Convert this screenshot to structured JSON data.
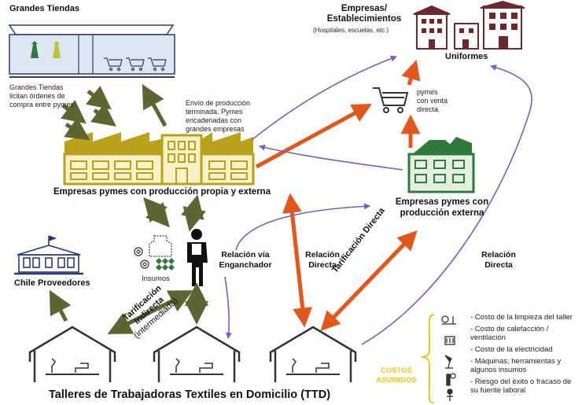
{
  "title_grandes_tiendas": "Grandes Tiendas",
  "empresas": {
    "title_line1": "Empresas/",
    "title_line2": "Establecimientos",
    "subtitle": "(Hospitales, escuelas, etc.)",
    "uniformes": "Uniformes"
  },
  "note_grandes_tiendas": [
    "Grandes Tiendas",
    "licitan órdenes de",
    "compra entre pymes"
  ],
  "note_envio": [
    "Envío de producción",
    "terminada. Pymes",
    "encadenadas con",
    "grandes empresas"
  ],
  "note_pymes_venta": [
    "pymes",
    "con venta",
    "directa"
  ],
  "pymes_propia_label": "Empresas pymes con producción propia y externa",
  "pymes_externa_label": [
    "Empresas pymes con",
    "producción externa"
  ],
  "chile_proveedores": "Chile Proveedores",
  "insumos": "Insumos",
  "relacion_enganchador": [
    "Relación vía",
    "Enganchador"
  ],
  "relacion_directa_1": [
    "Relación",
    "Directa"
  ],
  "relacion_directa_2": [
    "Relación",
    "Directa"
  ],
  "tarificacion_directa": "Tarificación Directa",
  "tarificacion_indirecta": [
    "Tarificación",
    "Indirecta",
    "(intermediada)"
  ],
  "costos_asumidos": [
    "COSTOS",
    "ASUMIDOS"
  ],
  "costs": [
    "- Costo de la limpieza del taller",
    "- Costo de calefacción / ventilación",
    "- Costo de la electricidad",
    "- Máquinas, herramientas y algunos insumos",
    "- Riesgo del éxito o fracaso de su fuente laboral"
  ],
  "talleres_label": "Talleres de Trabajadoras Textiles en  Domicilio (TTD)",
  "colors": {
    "olive_arrow": "#5b6632",
    "orange_arrow": "#e2581c",
    "purple_line": "#6d63c4",
    "pyme_gold": "#b9a11c",
    "pyme_green": "#2f7a3c",
    "store_blue": "#2b3b6e",
    "empresa_maroon": "#6a2a30",
    "costos_yellow": "#e8c81e"
  }
}
